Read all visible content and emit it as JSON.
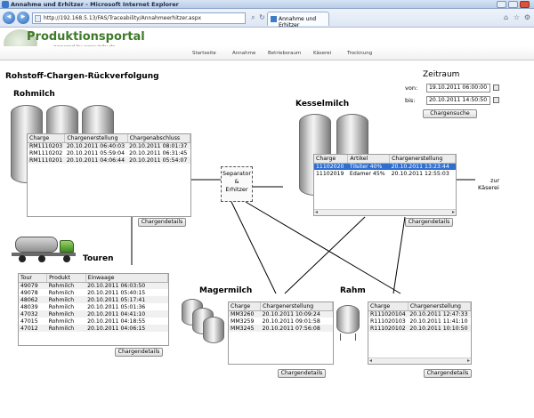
{
  "window": {
    "title": "Annahme und Erhitzer - Microsoft Internet Explorer"
  },
  "browser": {
    "url": "http://192.168.5.13/FAS/Traceability/Annahmeerhitzer.aspx",
    "tab_title": "Annahme und Erhitzer"
  },
  "banner": {
    "title": "Produktionsportal",
    "subtitle": "powered by www.inity.de"
  },
  "menu": [
    "Startseite",
    "Annahme",
    "Betriebsraum",
    "Käserei",
    "Trocknung"
  ],
  "page": {
    "title": "Rohstoff-Chargen-Rückverfolgung"
  },
  "zeitraum": {
    "title": "Zeitraum",
    "von_label": "von:",
    "von_value": "19.10.2011 06:00:00",
    "bis_label": "bis:",
    "bis_value": "20.10.2011 14:50:50",
    "button": "Chargensuche"
  },
  "rohmilch": {
    "title": "Rohmilch",
    "columns": [
      "Charge",
      "Chargenerstellung",
      "Chargenabschluss"
    ],
    "rows": [
      [
        "RM1110203",
        "20.10.2011 06:40:03",
        "20.10.2011 08:01:37"
      ],
      [
        "RM1110202",
        "20.10.2011 05:59:04",
        "20.10.2011 06:31:45"
      ],
      [
        "RM1110201",
        "20.10.2011 04:06:44",
        "20.10.2011 05:54:07"
      ]
    ],
    "button": "Chargendetails"
  },
  "separator": {
    "line1": "Separator",
    "line2": "&",
    "line3": "Erhitzer"
  },
  "kesselmilch": {
    "title": "Kesselmilch",
    "columns": [
      "Charge",
      "Artikel",
      "Chargenerstellung"
    ],
    "rows": [
      [
        "11102020",
        "Tilsiter 40%",
        "20.10.2011 13:23:44"
      ],
      [
        "11102019",
        "Edamer 45%",
        "20.10.2011 12:55:03"
      ]
    ],
    "button": "Chargendetails",
    "note_line1": "zur",
    "note_line2": "Käserei"
  },
  "touren": {
    "title": "Touren",
    "columns": [
      "Tour",
      "Produkt",
      "Einwaage"
    ],
    "rows": [
      [
        "49079",
        "Rohmilch",
        "20.10.2011 06:03:50"
      ],
      [
        "49078",
        "Rohmilch",
        "20.10.2011 05:40:15"
      ],
      [
        "48062",
        "Rohmilch",
        "20.10.2011 05:17:41"
      ],
      [
        "48039",
        "Rohmilch",
        "20.10.2011 05:01:36"
      ],
      [
        "47032",
        "Rohmilch",
        "20.10.2011 04:41:10"
      ],
      [
        "47015",
        "Rohmilch",
        "20.10.2011 04:18:55"
      ],
      [
        "47012",
        "Rohmilch",
        "20.10.2011 04:06:15"
      ]
    ],
    "button": "Chargendetails"
  },
  "magermilch": {
    "title": "Magermilch",
    "columns": [
      "Charge",
      "Chargenerstellung"
    ],
    "rows": [
      [
        "MM3260",
        "20.10.2011 10:09:24"
      ],
      [
        "MM3259",
        "20.10.2011 09:01:58"
      ],
      [
        "MM3245",
        "20.10.2011 07:56:08"
      ]
    ],
    "button": "Chargendetails"
  },
  "rahm": {
    "title": "Rahm",
    "columns": [
      "Charge",
      "Chargenerstellung"
    ],
    "rows": [
      [
        "R111020104",
        "20.10.2011 12:47:33"
      ],
      [
        "R111020103",
        "20.10.2011 11:41:10"
      ],
      [
        "R111020102",
        "20.10.2011 10:10:50"
      ]
    ],
    "button": "Chargendetails"
  }
}
